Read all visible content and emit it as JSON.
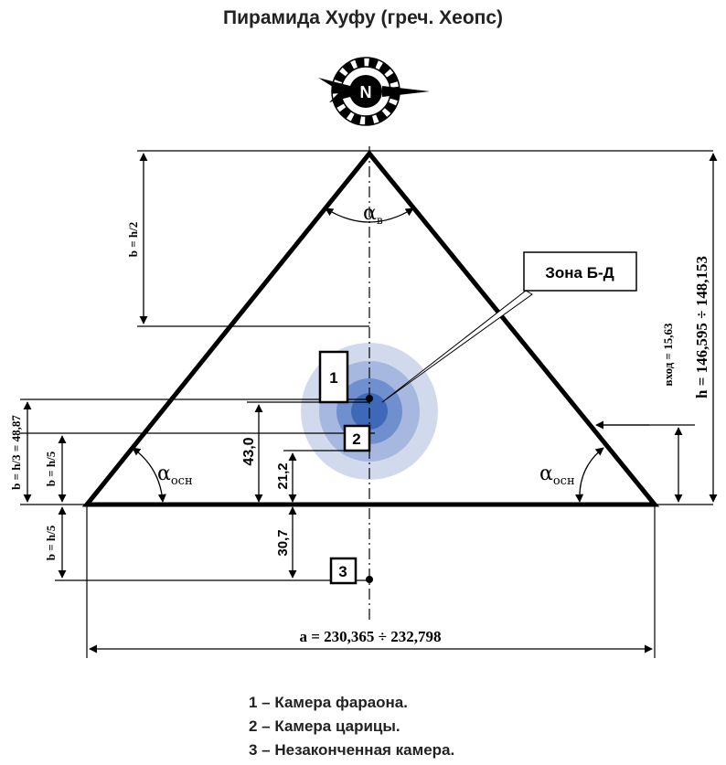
{
  "title": "Пирамида Хуфу (греч. Хеопс)",
  "compass": {
    "letter": "N"
  },
  "labels": {
    "zone": "Зона Б-Д",
    "apex_angle": "α",
    "apex_angle_sub": "в",
    "base_angle": "α",
    "base_angle_sub": "осн",
    "b_half": "b = h/2",
    "b_third": "b = h/3 = 48,87",
    "b_fifth_up": "b = h/5",
    "b_fifth_down": "b = h/5",
    "entrance": "вход = 15,63",
    "height": "h = 146,595 ÷ 148,153",
    "base": "a = 230,365 ÷ 232,798",
    "dim_43": "43,0",
    "dim_21": "21,2",
    "dim_30": "30,7"
  },
  "chambers": [
    "1",
    "2",
    "3"
  ],
  "legend": [
    "1 – Камера фараона.",
    "2 – Камера царицы.",
    "3 – Незаконченная камера."
  ],
  "colors": {
    "outline": "#000000",
    "zone_outer": "#c9d3ea",
    "zone_mid": "#9fb2dc",
    "zone_inner": "#6f8fcf",
    "zone_core": "#3d69b8"
  }
}
